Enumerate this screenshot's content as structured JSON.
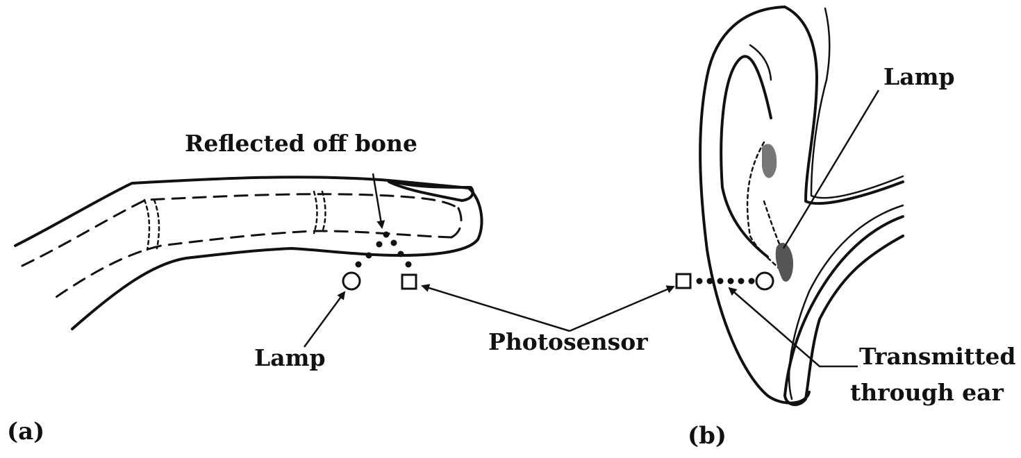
{
  "labels": {
    "reflected": "Reflected off bone",
    "lamp_finger": "Lamp",
    "photosensor": "Photosensor",
    "lamp_ear": "Lamp",
    "transmitted_line1": "Transmitted",
    "transmitted_line2": "through ear",
    "panel_a": "(a)",
    "panel_b": "(b)"
  }
}
